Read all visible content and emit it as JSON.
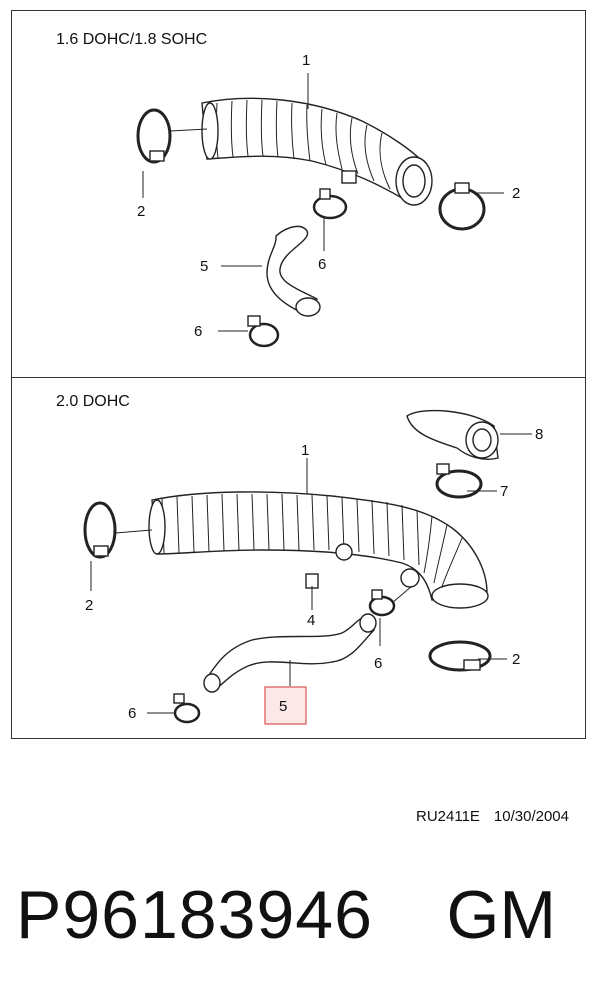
{
  "panels": [
    {
      "title": "1.6 DOHC/1.8 SOHC",
      "callouts": [
        "1",
        "2",
        "2",
        "5",
        "6",
        "6"
      ]
    },
    {
      "title": "2.0 DOHC",
      "callouts": [
        "1",
        "2",
        "2",
        "4",
        "5",
        "6",
        "6",
        "7",
        "8"
      ]
    }
  ],
  "highlighted_callout": "5",
  "highlight_color": "#d9534f",
  "ref_code": "RU2411E",
  "ref_date": "10/30/2004",
  "part_number": "P96183946",
  "brand": "GM"
}
